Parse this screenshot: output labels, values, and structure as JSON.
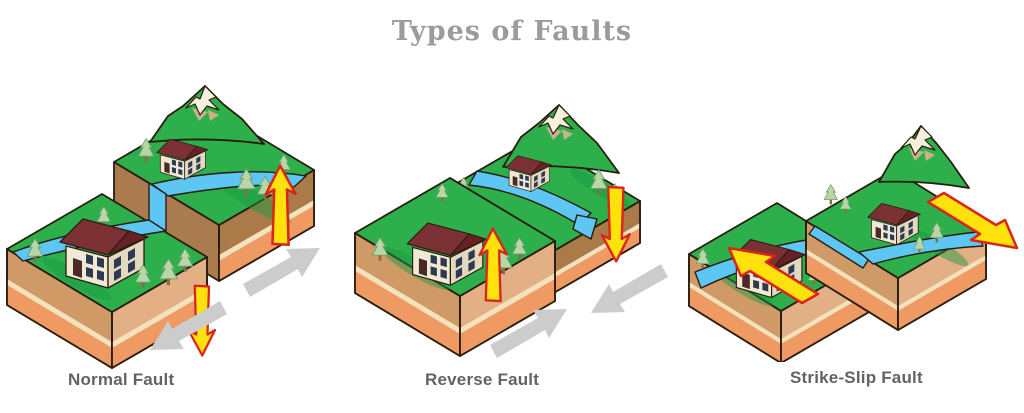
{
  "title": "Types of Faults",
  "figures": [
    {
      "id": "normal",
      "label": "Normal Fault",
      "movement_icons": [
        "up-arrow",
        "down-arrow",
        "extension-arrows"
      ]
    },
    {
      "id": "reverse",
      "label": "Reverse Fault",
      "movement_icons": [
        "up-arrow",
        "down-arrow",
        "compression-arrows"
      ]
    },
    {
      "id": "strike_slip",
      "label": "Strike-Slip Fault",
      "movement_icons": [
        "slip-arrow-left",
        "slip-arrow-right"
      ]
    }
  ],
  "colors": {
    "grass": "#2db04b",
    "grass_dark": "#149a43",
    "river": "#5ec6f2",
    "soil_front": "#cf9a66",
    "soil_side": "#e2b084",
    "soil_dark": "#aa7a48",
    "soil_stripe": "#f3e2bd",
    "soil_orange": "#ee9a62",
    "fault_face": "#a97b4e",
    "outline": "#2a1c10",
    "roof": "#7b3034",
    "roof_dark": "#682127",
    "wall": "#f1e9d4",
    "wall_side": "#e3d9bf",
    "window": "#2d3a52",
    "door": "#4a2a26",
    "tree_fill": "#b9d6a7",
    "tree_stroke": "#6fa06a",
    "trunk": "#8a6a4a",
    "snow": "#f6efdc",
    "rock": "#cbb089",
    "arrow_yellow": "#ffe10c",
    "arrow_red": "#da251d",
    "arrow_gray": "#cccccc",
    "title": "#9b9b9b",
    "label": "#636363"
  }
}
